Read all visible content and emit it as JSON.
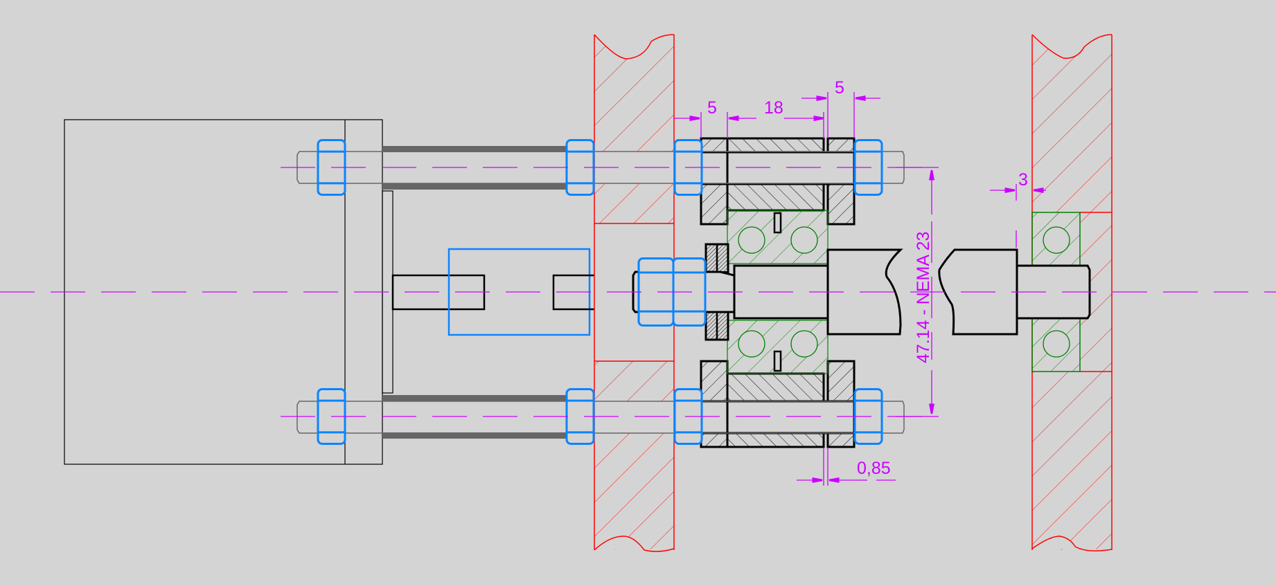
{
  "drawing": {
    "type": "cad-section-view",
    "colors": {
      "background": "#d4d4d4",
      "outline": "#000000",
      "nut": "#0a84ff",
      "wall": "#ff0000",
      "bearing": "#008000",
      "dimension": "#cc00ff",
      "spacer": "#666666",
      "bolt": "#666666"
    }
  },
  "dimensions": {
    "d1": "5",
    "d2": "18",
    "d3": "5",
    "d4": "3",
    "d5": "0,85",
    "vertical": "47.14 - NEMA 23"
  },
  "parts": {
    "motor": "motor-body",
    "coupling": "shaft-coupling",
    "left_wall": "wall-left",
    "right_wall": "wall-right",
    "bearing_block": "bearing-housing",
    "lead_screw": "lead-screw"
  }
}
